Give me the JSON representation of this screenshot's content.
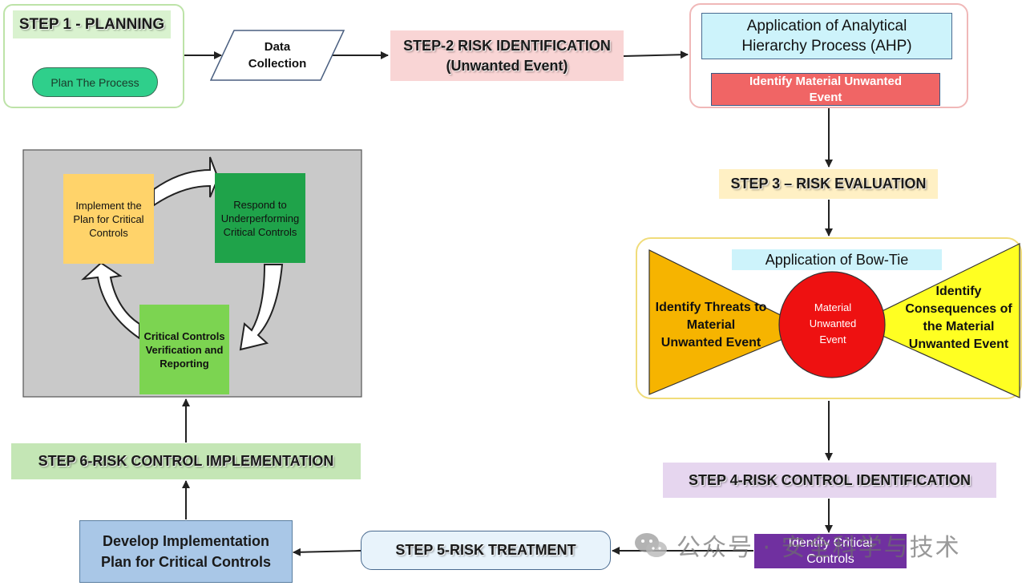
{
  "step1": {
    "title": "STEP 1 - PLANNING",
    "plan": "Plan The Process"
  },
  "data_collection": {
    "line1": "Data",
    "line2": "Collection"
  },
  "step2": {
    "line1": "STEP-2 RISK IDENTIFICATION",
    "line2": "(Unwanted Event)"
  },
  "ahp": {
    "line1": "Application of Analytical",
    "line2": "Hierarchy Process (AHP)",
    "identify_line1": "Identify Material Unwanted",
    "identify_line2": "Event"
  },
  "step3": {
    "title": "STEP 3 – RISK EVALUATION"
  },
  "bowtie": {
    "title": "Application of Bow-Tie",
    "left_line1": "Identify Threats to",
    "left_line2": "Material",
    "left_line3": "Unwanted Event",
    "center_line1": "Material",
    "center_line2": "Unwanted",
    "center_line3": "Event",
    "right_line1": "Identify",
    "right_line2": "Consequences of",
    "right_line3": "the Material",
    "right_line4": "Unwanted Event"
  },
  "step4": {
    "title": "STEP 4-RISK CONTROL IDENTIFICATION"
  },
  "identify_critical": {
    "line1": "Identify Critical",
    "line2": "Controls"
  },
  "step5": {
    "title": "STEP 5-RISK TREATMENT"
  },
  "develop": {
    "line1": "Develop Implementation",
    "line2": "Plan for Critical Controls"
  },
  "step6": {
    "title": "STEP 6-RISK CONTROL IMPLEMENTATION"
  },
  "cycle": {
    "implement_line1": "Implement the",
    "implement_line2": "Plan for Critical",
    "implement_line3": "Controls",
    "respond_line1": "Respond to",
    "respond_line2": "Underperforming",
    "respond_line3": "Critical Controls",
    "verify_line1": "Critical Controls",
    "verify_line2": "Verification and",
    "verify_line3": "Reporting"
  },
  "watermark": {
    "text": "公众号 · 安全科学与技术",
    "icon": "wechat-icon"
  },
  "colors": {
    "green": "#6fcf7a",
    "pink": "#f9d5d5",
    "cyan": "#cdf3fb",
    "red": "#f06565",
    "yellow": "#fff0c4",
    "purple": "#e6d6ef",
    "violet": "#7030a0",
    "blue": "#a9c7e7",
    "lightgreen": "#c4e6b5"
  }
}
